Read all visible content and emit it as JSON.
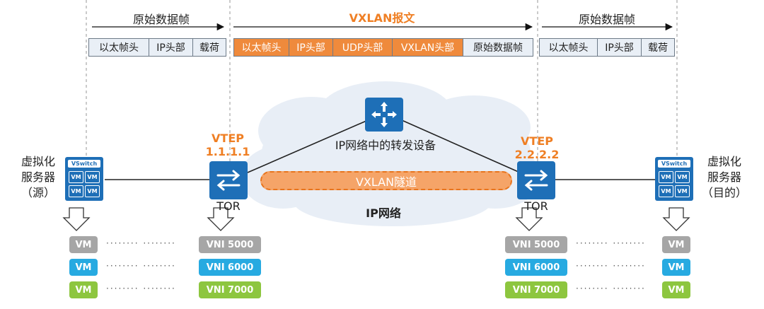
{
  "headers": {
    "left_frame": "原始数据帧",
    "vxlan_packet": "VXLAN报文",
    "right_frame": "原始数据帧"
  },
  "frames": {
    "left": [
      "以太帧头",
      "IP头部",
      "载荷"
    ],
    "vxlan": [
      "以太帧头",
      "IP头部",
      "UDP头部",
      "VXLAN头部",
      "原始数据帧"
    ],
    "right": [
      "以太帧头",
      "IP头部",
      "载荷"
    ]
  },
  "nodes": {
    "server_left_label": [
      "虚拟化",
      "服务器",
      "（源）"
    ],
    "server_right_label": [
      "虚拟化",
      "服务器",
      "（目的）"
    ],
    "vswitch": "VSwitch",
    "vm": "VM",
    "vtep_label": "VTEP",
    "vtep_left_ip": "1.1.1.1",
    "vtep_right_ip": "2.2.2.2",
    "tor": "TOR",
    "router_label": "IP网络中的转发设备",
    "network_label": "IP网络",
    "tunnel_label": "VXLAN隧道"
  },
  "vm_rows": {
    "vm_label": "VM",
    "vni": [
      "VNI 5000",
      "VNI 6000",
      "VNI 7000"
    ],
    "dots": "········ ········"
  },
  "colors": {
    "orange": "#ef8a3c",
    "blue": "#1e6fb7",
    "gray_row": "#a6a6a6",
    "cyan_row": "#27aae1",
    "green_row": "#8dc63f"
  }
}
